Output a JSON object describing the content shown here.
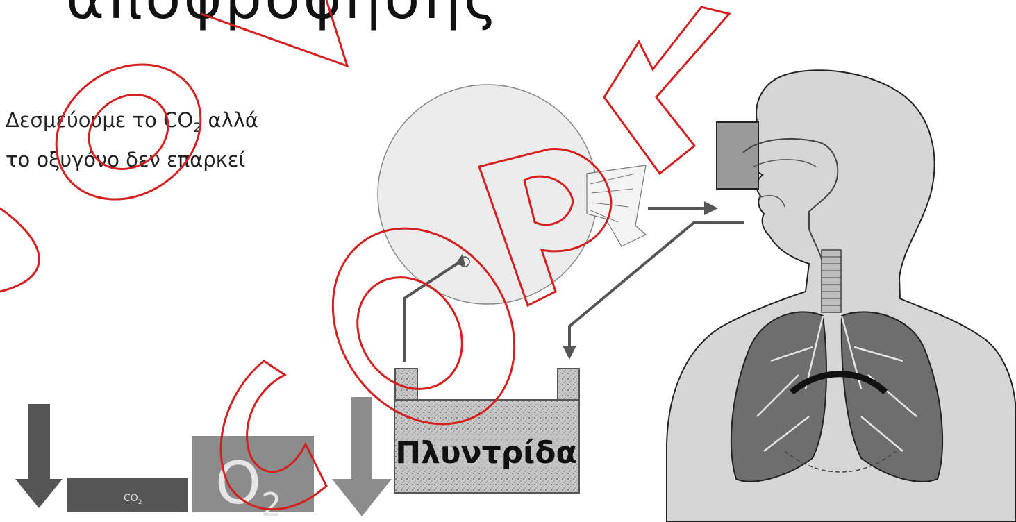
{
  "slide": {
    "title_fragment": "αποφρόφησης",
    "caption_line1_prefix": "Δεσμεύουμε το CO",
    "caption_line1_sub": "2",
    "caption_line1_suffix": " αλλά",
    "caption_line2": "το οξυγόνο δεν επαρκεί"
  },
  "legend": {
    "co2_label": "CO",
    "co2_sub": "2",
    "o2_label": "O",
    "o2_sub": "2"
  },
  "scrubber": {
    "label": "Πλυντρίδα"
  },
  "watermark": {
    "text": "COPY",
    "color": "#d42020"
  },
  "colors": {
    "dark_gray": "#555555",
    "mid_gray": "#8c8c8c",
    "light_gray": "#d9d9d9",
    "body_fill": "#d6d6d6"
  }
}
